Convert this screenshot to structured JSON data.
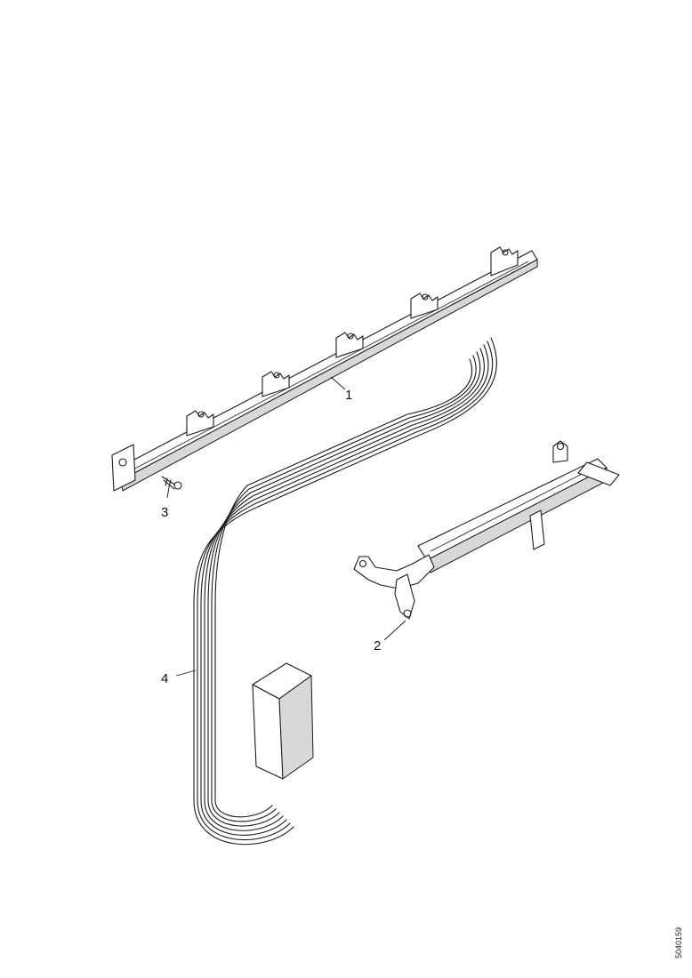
{
  "diagram": {
    "callouts": {
      "c1": "1",
      "c2": "2",
      "c3": "3",
      "c4": "4"
    },
    "reference_code": "5040159"
  }
}
